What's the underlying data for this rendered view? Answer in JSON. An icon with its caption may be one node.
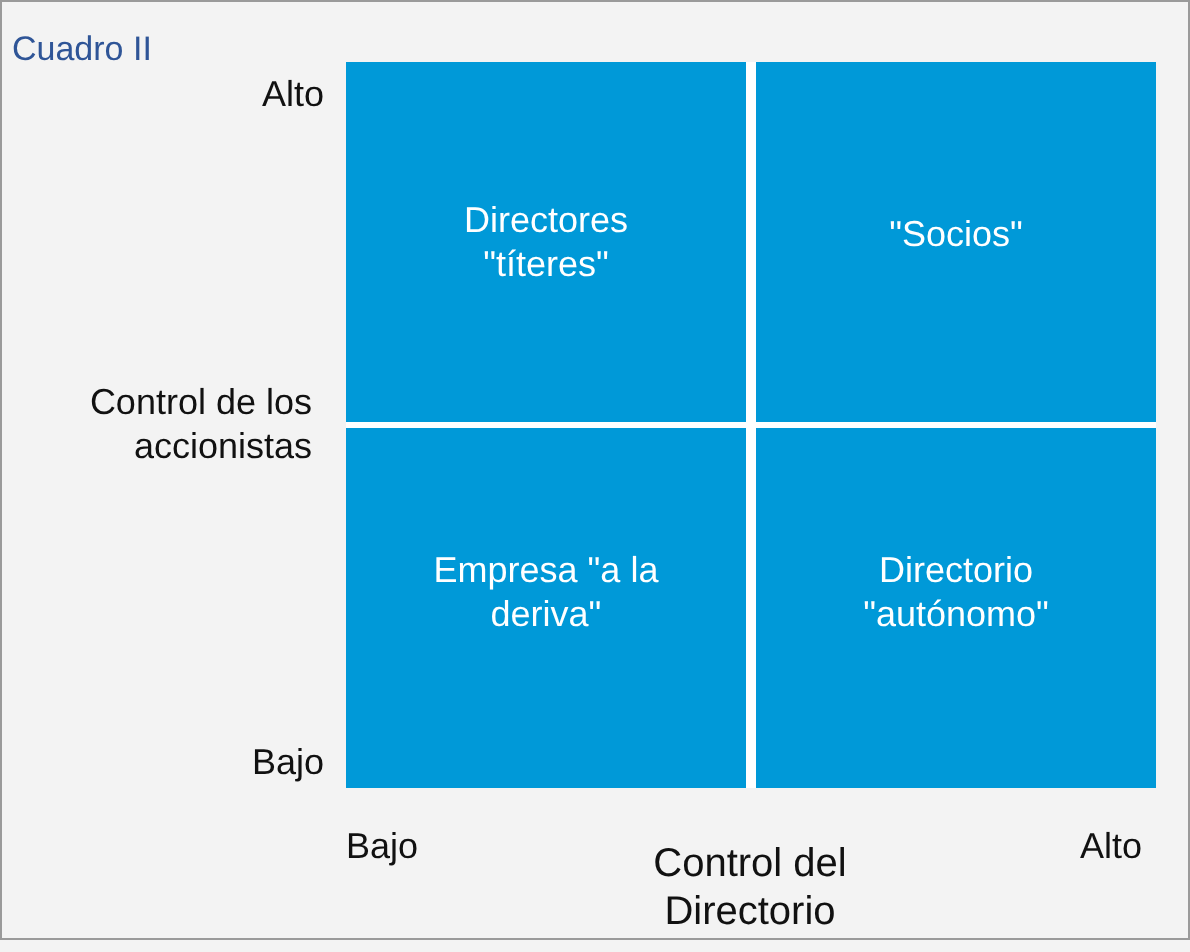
{
  "diagram": {
    "title": "Cuadro II",
    "nodes": [
      {
        "text": [
          "Directores \"títeres\""
        ]
      },
      {
        "text": [
          "\"Socios\""
        ]
      },
      {
        "text": [
          "Empresa \"a la deriva\""
        ]
      },
      {
        "text": [
          "Directorio \"autónomo\""
        ]
      }
    ],
    "labels": [
      "Alto",
      "Control de los accionistas",
      "Bajo",
      "Bajo",
      "Control del Directorio",
      "Alto"
    ]
  }
}
